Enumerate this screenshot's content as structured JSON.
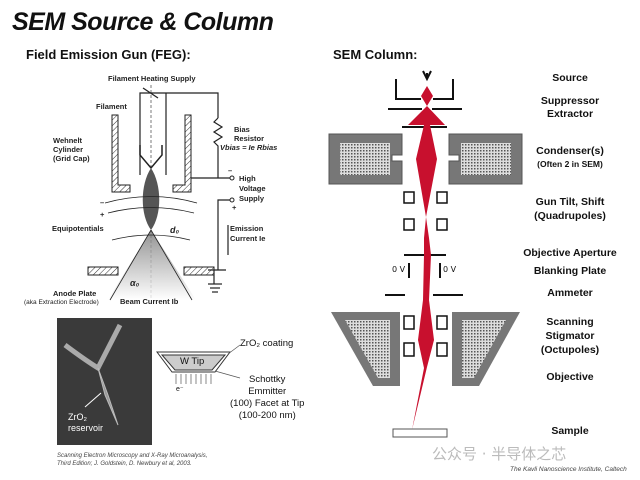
{
  "title": "SEM Source & Column",
  "feg": {
    "heading": "Field Emission Gun (FEG):",
    "labels": {
      "filament_heating_supply": "Filament Heating Supply",
      "filament": "Filament",
      "wehnelt_1": "Wehnelt",
      "wehnelt_2": "Cylinder",
      "wehnelt_3": "(Grid Cap)",
      "bias_1": "Bias",
      "bias_2": "Resistor",
      "bias_eq": "Vbias = Ie Rbias",
      "hv_1": "High",
      "hv_2": "Voltage",
      "hv_3": "Supply",
      "minus": "–",
      "plus": "+",
      "equipotentials": "Equipotentials",
      "d0": "d₀",
      "alpha0": "α₀",
      "emission_1": "Emission",
      "emission_2": "Current Ie",
      "anode_1": "Anode Plate",
      "anode_2": "(aka Extraction Electrode)",
      "beam_current": "Beam Current Ib"
    }
  },
  "schottky": {
    "photo_label_1": "ZrO₂",
    "photo_label_2": "reservoir",
    "w_tip": "W Tip",
    "coating": "ZrO₂ coating",
    "electron": "e⁻",
    "desc_1": "Schottky",
    "desc_2": "Emmitter",
    "desc_3": "(100) Facet at Tip",
    "desc_4": "(100-200 nm)"
  },
  "citation_1": "Scanning Electron Microscopy and X-Ray Microanalysis,",
  "citation_2": "Third Edition; J. Goldstein, D. Newbury et al, 2003.",
  "column": {
    "heading": "SEM Column:",
    "labels": [
      {
        "text": "Source"
      },
      {
        "text": "Suppressor"
      },
      {
        "text": "Extractor"
      },
      {
        "text": "Condenser(s)"
      },
      {
        "text": "(Often 2 in SEM)"
      },
      {
        "text": "Gun Tilt, Shift"
      },
      {
        "text": "(Quadrupoles)"
      },
      {
        "text": "Objective Aperture"
      },
      {
        "text": "Blanking Plate"
      },
      {
        "text": "Ammeter"
      },
      {
        "text": "Scanning"
      },
      {
        "text": "Stigmator"
      },
      {
        "text": "(Octupoles)"
      },
      {
        "text": "Objective"
      },
      {
        "text": "Sample"
      }
    ],
    "voltage_left": "0 V",
    "voltage_right": "0 V",
    "beam_color": "#c8102e",
    "lens_color": "#777777"
  },
  "watermark": "公众号 · 半导体之芯",
  "credit": "The Kavli Nanoscience Institute, Caltech"
}
